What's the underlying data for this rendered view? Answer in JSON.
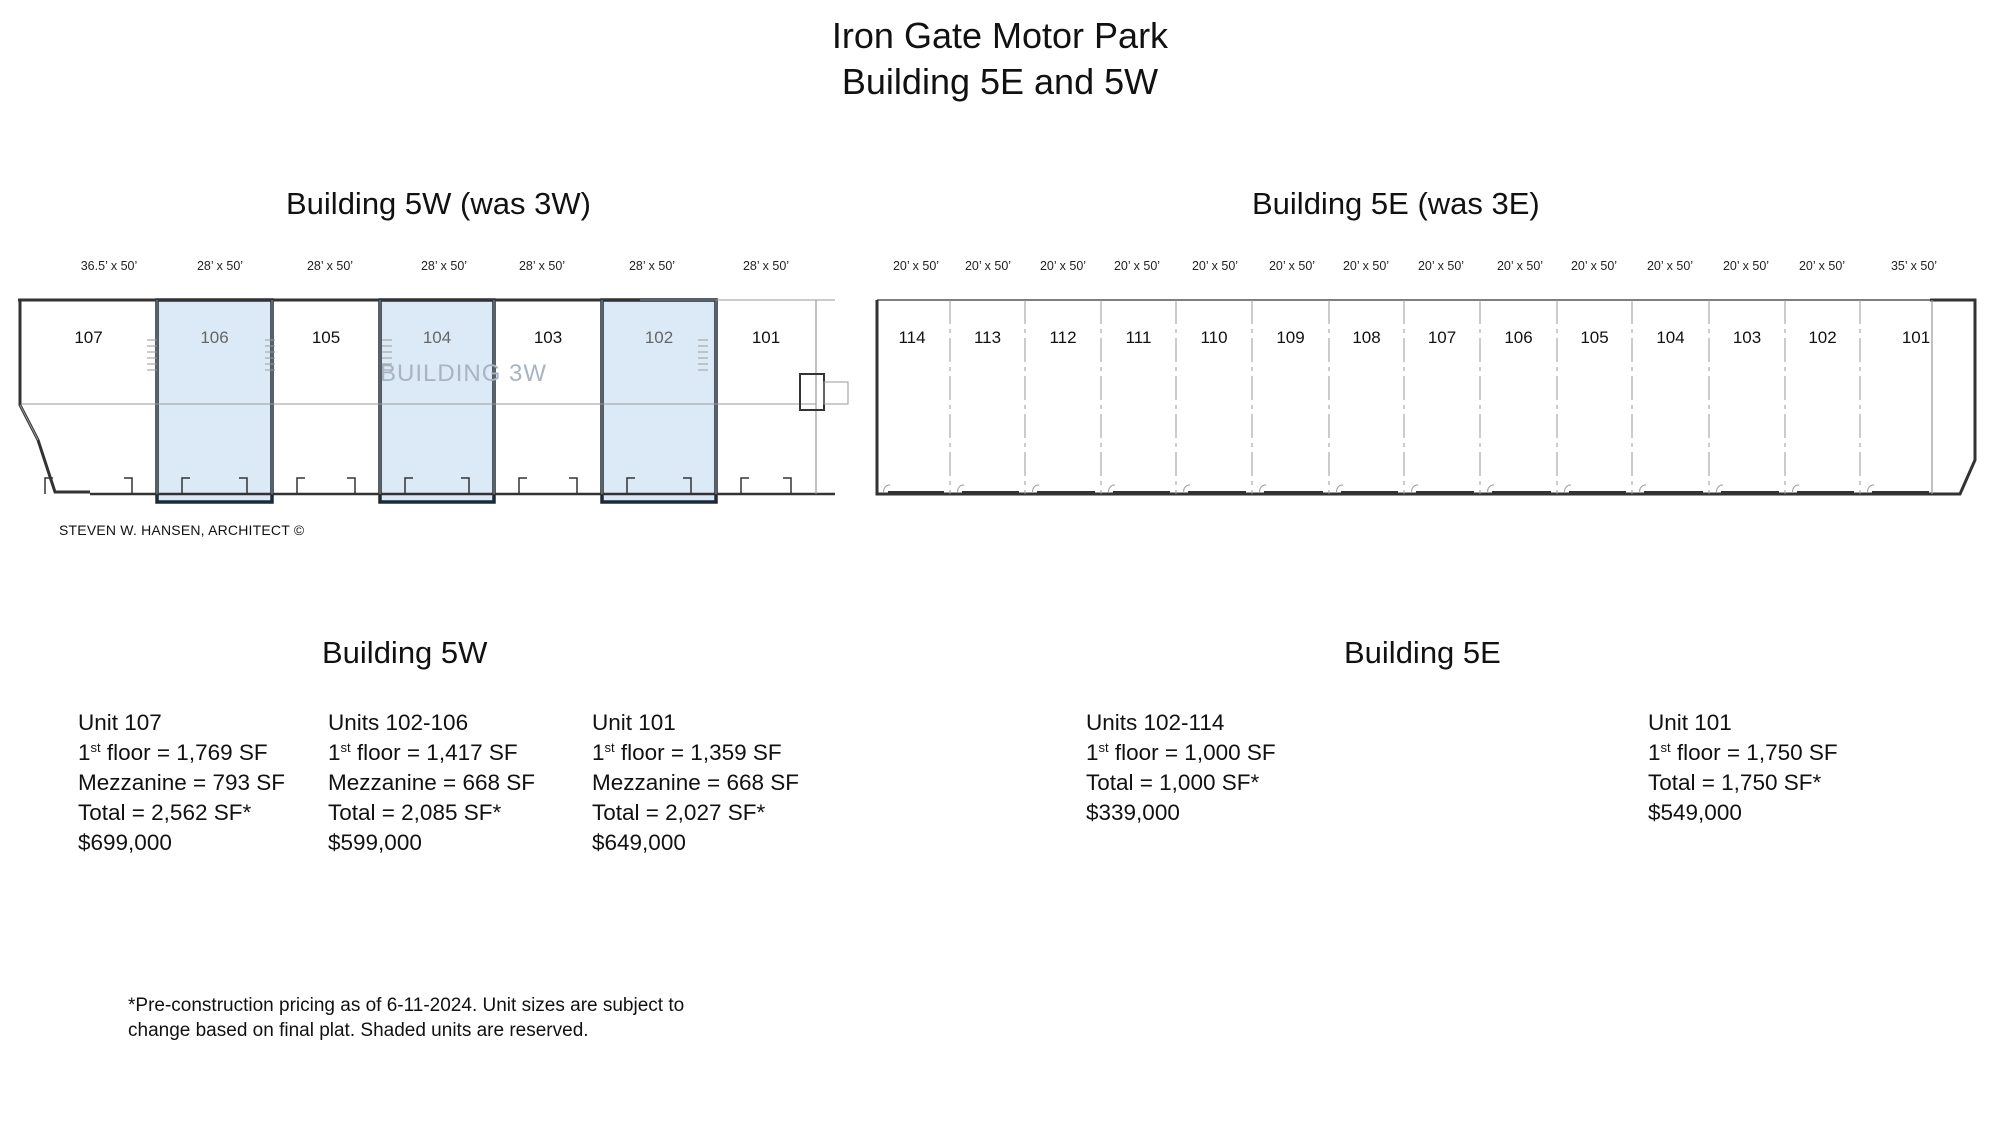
{
  "title_line1": "Iron Gate Motor Park",
  "title_line2": "Building 5E and 5W",
  "west": {
    "heading": "Building 5W (was 3W)",
    "watermark": "BUILDING 3W",
    "credit": "STEVEN W. HANSEN, ARCHITECT ©",
    "dims": [
      "36.5’ x 50’",
      "28’ x 50’",
      "28’ x 50’",
      "28’ x 50’",
      "28’ x 50’",
      "28’ x 50’",
      "28’ x 50’"
    ],
    "units": [
      {
        "label": "107",
        "reserved": false
      },
      {
        "label": "106",
        "reserved": true
      },
      {
        "label": "105",
        "reserved": false
      },
      {
        "label": "104",
        "reserved": true
      },
      {
        "label": "103",
        "reserved": false
      },
      {
        "label": "102",
        "reserved": true
      },
      {
        "label": "101",
        "reserved": false
      }
    ]
  },
  "east": {
    "heading": "Building 5E (was 3E)",
    "dims": [
      "20’ x 50’",
      "20’ x 50’",
      "20’ x 50’",
      "20’ x 50’",
      "20’ x 50’",
      "20’ x 50’",
      "20’ x 50’",
      "20’ x 50’",
      "20’ x 50’",
      "20’ x 50’",
      "20’ x 50’",
      "20’ x 50’",
      "20’ x 50’",
      "35’ x 50’"
    ],
    "units": [
      "114",
      "113",
      "112",
      "111",
      "110",
      "109",
      "108",
      "107",
      "106",
      "105",
      "104",
      "103",
      "102",
      "101"
    ]
  },
  "pricing_5w": {
    "heading": "Building 5W",
    "col1": {
      "name": "Unit 107",
      "floor_pre": "1",
      "floor_sup": "st",
      "floor_text": " floor = 1,769 SF",
      "mezz": "Mezzanine = 793 SF",
      "total": "Total = 2,562 SF*",
      "price": "$699,000"
    },
    "col2": {
      "name": "Units 102-106",
      "floor_pre": "1",
      "floor_sup": "st",
      "floor_text": " floor = 1,417 SF",
      "mezz": "Mezzanine = 668 SF",
      "total": "Total = 2,085 SF*",
      "price": "$599,000"
    },
    "col3": {
      "name": "Unit 101",
      "floor_pre": "1",
      "floor_sup": "st",
      "floor_text": " floor = 1,359 SF",
      "mezz": "Mezzanine = 668 SF",
      "total": "Total = 2,027 SF*",
      "price": "$649,000"
    }
  },
  "pricing_5e": {
    "heading": "Building 5E",
    "col1": {
      "name": "Units 102-114",
      "floor_pre": "1",
      "floor_sup": "st",
      "floor_text": " floor = 1,000 SF",
      "total": "Total = 1,000 SF*",
      "price": "$339,000"
    },
    "col2": {
      "name": "Unit 101",
      "floor_pre": "1",
      "floor_sup": "st",
      "floor_text": " floor = 1,750 SF",
      "total": "Total = 1,750 SF*",
      "price": "$549,000"
    }
  },
  "footnote_line1": "*Pre-construction pricing as of 6-11-2024. Unit sizes are subject to",
  "footnote_line2": "change based on final plat. Shaded units are reserved.",
  "colors": {
    "reserved_fill": "#dce9f6",
    "reserved_stroke": "#1b2a36",
    "wall": "#333333",
    "thin_line": "#9a9a9a"
  }
}
